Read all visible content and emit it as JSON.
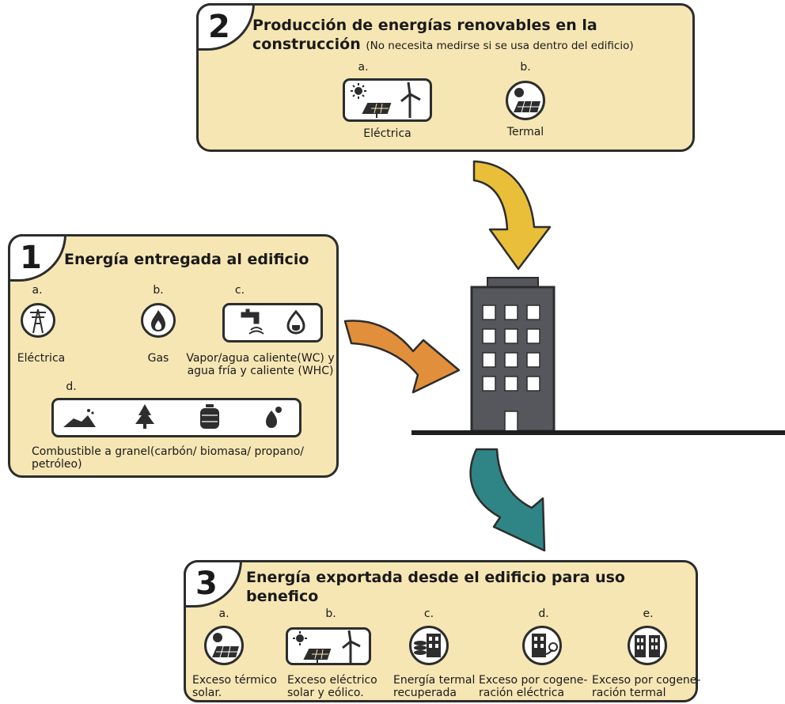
{
  "panel2": {
    "number": "2",
    "title_line1": "Producción de energías renovables en la",
    "title_line2": "construcción",
    "note": "(No necesita medirse si se usa dentro del edificio)",
    "items": [
      {
        "letter": "a.",
        "label": "Eléctrica",
        "icon": "solar-wind-icon"
      },
      {
        "letter": "b.",
        "label": "Termal",
        "icon": "solar-thermal-icon"
      }
    ]
  },
  "panel1": {
    "number": "1",
    "title": "Energía entregada al edificio",
    "items": [
      {
        "letter": "a.",
        "label": "Eléctrica",
        "icon": "power-pylon-icon"
      },
      {
        "letter": "b.",
        "label": "Gas",
        "icon": "gas-flame-icon"
      },
      {
        "letter": "c.",
        "label_line1": "Vapor/agua caliente(WC) y",
        "label_line2": "agua fría y caliente (WHC)",
        "icon": "tap-water-icon"
      },
      {
        "letter": "d.",
        "label_line1": "Combustible a granel(carbón/ biomasa/ propano/",
        "label_line2": "petróleo)",
        "icon": "bulk-fuel-icon"
      }
    ]
  },
  "panel3": {
    "number": "3",
    "title_line1": "Energía exportada desde el edificio para uso",
    "title_line2": "benefico",
    "items": [
      {
        "letter": "a.",
        "label_line1": "Exceso térmico",
        "label_line2": "solar.",
        "icon": "solar-thermal-icon"
      },
      {
        "letter": "b.",
        "label_line1": "Exceso eléctrico",
        "label_line2": "solar y eólico.",
        "icon": "solar-wind-icon"
      },
      {
        "letter": "c.",
        "label_line1": "Energía termal",
        "label_line2": "recuperada",
        "icon": "recovered-heat-icon"
      },
      {
        "letter": "d.",
        "label_line1": "Exceso por cogene-",
        "label_line2": "ración eléctrica",
        "icon": "cogeneration-electric-icon"
      },
      {
        "letter": "e.",
        "label_line1": "Exceso por cogene-",
        "label_line2": "ración termal",
        "icon": "cogeneration-thermal-icon"
      }
    ]
  },
  "colors": {
    "panel_fill": "#f6e6b4",
    "arrow_renewable": "#e9bf3a",
    "arrow_delivered": "#e28f3c",
    "arrow_exported": "#2f8585",
    "building": "#55575c"
  }
}
